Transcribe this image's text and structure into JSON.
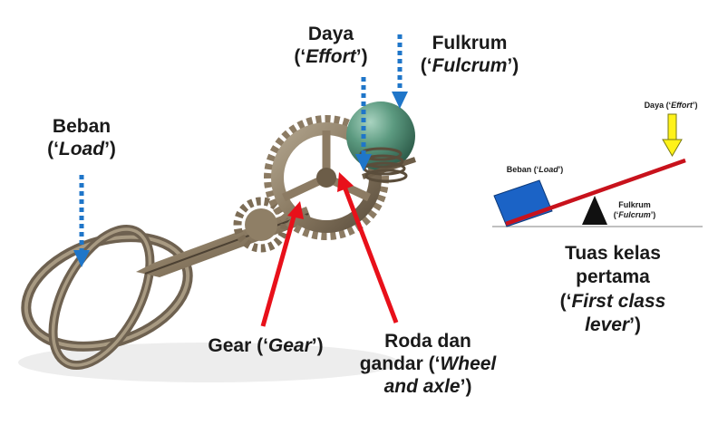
{
  "labels": {
    "load": {
      "word": "Beban",
      "open": "(‘",
      "term": "Load",
      "close": "’)"
    },
    "effort": {
      "word": "Daya",
      "open": "(‘",
      "term": "Effort",
      "close": "’)"
    },
    "fulcrum": {
      "word": "Fulkrum",
      "open": "(‘",
      "term": "Fulcrum",
      "close": "’)"
    },
    "gear": {
      "word": "Gear",
      "open": "(‘",
      "term": "Gear",
      "close": "’)"
    },
    "wheel": {
      "line1": "Roda dan",
      "word": "gandar",
      "open": "(‘",
      "term1": "Wheel",
      "term2": "and axle",
      "close": "’)"
    }
  },
  "lever_diagram": {
    "effort": {
      "word": "Daya",
      "open": "(‘",
      "term": "Effort",
      "close": "’)"
    },
    "load": {
      "word": "Beban",
      "open": "(‘",
      "term": "Load",
      "close": "’)"
    },
    "fulcrum": {
      "word": "Fulkrum",
      "open": "(‘",
      "term": "Fulcrum",
      "close": "’)"
    },
    "caption": {
      "line1": "Tuas kelas",
      "line2": "pertama",
      "open": "(‘",
      "term1": "First class",
      "term2": "lever",
      "close": "’)"
    }
  },
  "colors": {
    "annotation_arrow": "#e8101a",
    "dotted_arrow": "#1f76c9",
    "lever_bar": "#c8121c",
    "load_box": "#1b63c6",
    "effort_arrow": "#fff21a",
    "fulcrum": "#111111",
    "ground_line": "#9a9a9a",
    "metal": "#8c7b63",
    "ball": "#4f8f77"
  },
  "icons": [
    "egg-beater-photo",
    "dotted-arrow",
    "red-arrow",
    "lever-bar",
    "load-box",
    "fulcrum-triangle",
    "effort-arrow"
  ]
}
